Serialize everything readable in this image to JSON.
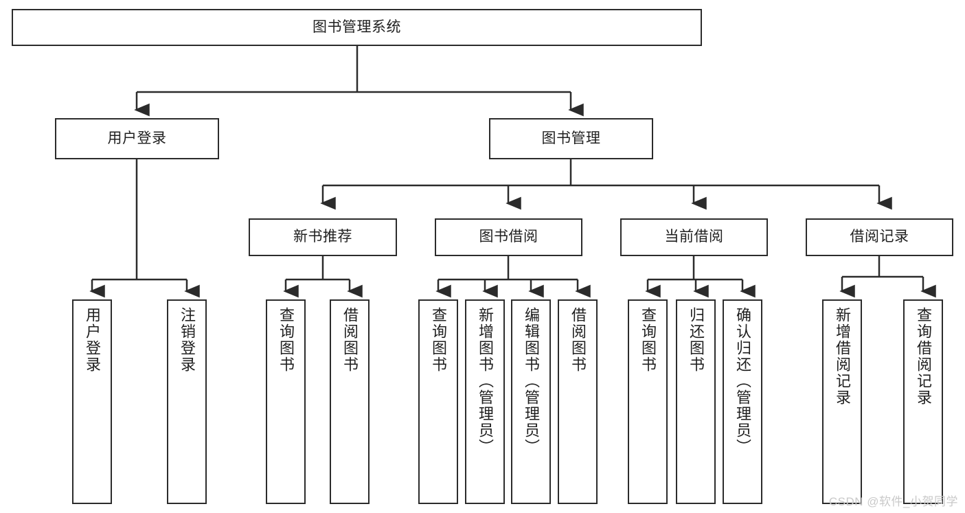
{
  "diagram": {
    "type": "tree",
    "title": "图书管理系统",
    "watermark": "CSDN @软件_小贺同学",
    "colors": {
      "stroke": "#2b2b2b",
      "fill": "#ffffff",
      "text": "#1f1f1f",
      "watermark": "#c9c9c9"
    },
    "nodes": {
      "root": "图书管理系统",
      "level1": [
        {
          "id": "user-login",
          "label": "用户登录"
        },
        {
          "id": "book-manage",
          "label": "图书管理"
        }
      ],
      "level2": [
        {
          "id": "new-book-rec",
          "label": "新书推荐"
        },
        {
          "id": "book-borrow",
          "label": "图书借阅"
        },
        {
          "id": "current-borrow",
          "label": "当前借阅"
        },
        {
          "id": "borrow-record",
          "label": "借阅记录"
        }
      ],
      "leaves": [
        {
          "id": "leaf-user-login",
          "label": "用户登录",
          "parent": "user-login"
        },
        {
          "id": "leaf-logout-login",
          "label": "注销登录",
          "parent": "user-login"
        },
        {
          "id": "leaf-query-book-1",
          "label": "查询图书",
          "parent": "new-book-rec"
        },
        {
          "id": "leaf-borrow-book-1",
          "label": "借阅图书",
          "parent": "new-book-rec"
        },
        {
          "id": "leaf-query-book-2",
          "label": "查询图书",
          "parent": "book-borrow"
        },
        {
          "id": "leaf-add-book",
          "label": "新增图书（管理员）",
          "parent": "book-borrow"
        },
        {
          "id": "leaf-edit-book",
          "label": "编辑图书（管理员）",
          "parent": "book-borrow"
        },
        {
          "id": "leaf-borrow-book-2",
          "label": "借阅图书",
          "parent": "book-borrow"
        },
        {
          "id": "leaf-query-book-3",
          "label": "查询图书",
          "parent": "current-borrow"
        },
        {
          "id": "leaf-return-book",
          "label": "归还图书",
          "parent": "current-borrow"
        },
        {
          "id": "leaf-confirm-return",
          "label": "确认归还（管理员）",
          "parent": "current-borrow"
        },
        {
          "id": "leaf-add-record",
          "label": "新增借阅记录",
          "parent": "borrow-record"
        },
        {
          "id": "leaf-query-record",
          "label": "查询借阅记录",
          "parent": "borrow-record"
        }
      ]
    }
  }
}
